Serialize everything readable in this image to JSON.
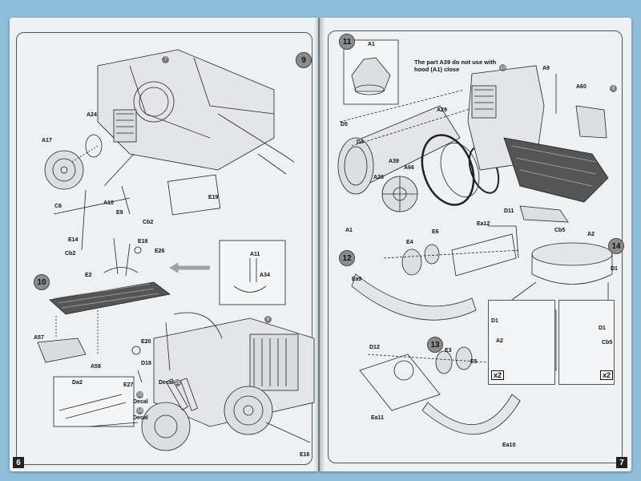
{
  "pages": {
    "left": {
      "page_number": "6",
      "steps": [
        "9",
        "10"
      ],
      "sub_steps": [
        "7",
        "9"
      ],
      "parts": {
        "a17": "A17",
        "a24": "A24",
        "c6": "C6",
        "e14": "E14",
        "cb2_a": "Cb2",
        "a10": "A10",
        "e9": "E9",
        "cb2_b": "Cb2",
        "e19": "E19",
        "e18": "E18",
        "e26": "E26",
        "a11": "A11",
        "a34": "A34",
        "e2": "E2",
        "a57": "A57",
        "a58": "A58",
        "da2": "Da2",
        "e20": "E20",
        "d18": "D18",
        "e27": "E27",
        "e16": "E16"
      },
      "decals": {
        "decal_a": "Decal",
        "decal_b": "Decal",
        "decal_c": "Decal",
        "num_16": "16",
        "num_15": "15",
        "num_16b": "16"
      }
    },
    "right": {
      "page_number": "7",
      "steps": [
        "11",
        "12",
        "13",
        "14"
      ],
      "sub_steps": [
        "10",
        "8"
      ],
      "note": "The part A39 do not use with hood (A1) close",
      "parts": {
        "a1_top": "A1",
        "a9": "A9",
        "a60": "A60",
        "d5": "D5",
        "d4": "D4",
        "a29": "A29",
        "a39": "A39",
        "a26": "A26",
        "a66": "A66",
        "a1_bottom": "A1",
        "d11": "D11",
        "ea12": "Ea12",
        "e6": "E6",
        "e4": "E4",
        "ea9": "Ea9",
        "cb5_top": "Cb5",
        "a2_top": "A2",
        "d1_top": "D1",
        "d1_left": "D1",
        "a2_left": "A2",
        "d1_right": "D1",
        "cb5_right": "Cb5",
        "d12": "D12",
        "e3": "E3",
        "e5": "E5",
        "ea11": "Ea11",
        "ea10": "Ea10"
      },
      "multipliers": {
        "left": "x2",
        "right": "x2"
      }
    }
  },
  "colors": {
    "background": "#8fbcd8",
    "paper": "#eef1f4",
    "step_badge": "#8c8c8c",
    "arrow_gray": "#a0a0a0"
  }
}
